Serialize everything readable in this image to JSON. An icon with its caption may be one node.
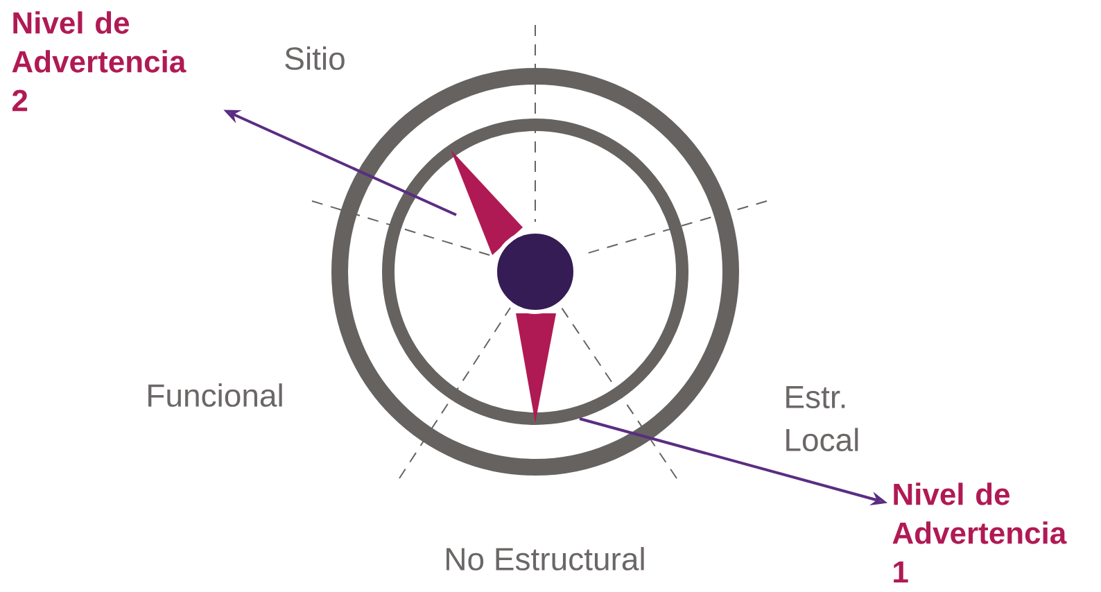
{
  "diagram": {
    "nodes": [
      {
        "text": [
          "Nivel de Advertencia 2"
        ]
      },
      {
        "text": [
          "Nivel de Advertencia 1"
        ]
      }
    ],
    "edges": [
      {
        "from": null,
        "to": 0,
        "arrow": "to"
      },
      {
        "from": null,
        "to": 1,
        "arrow": "to"
      }
    ],
    "labels": [
      "Sitio",
      "Funcional",
      "Estr. Local",
      "No Estructural"
    ]
  }
}
